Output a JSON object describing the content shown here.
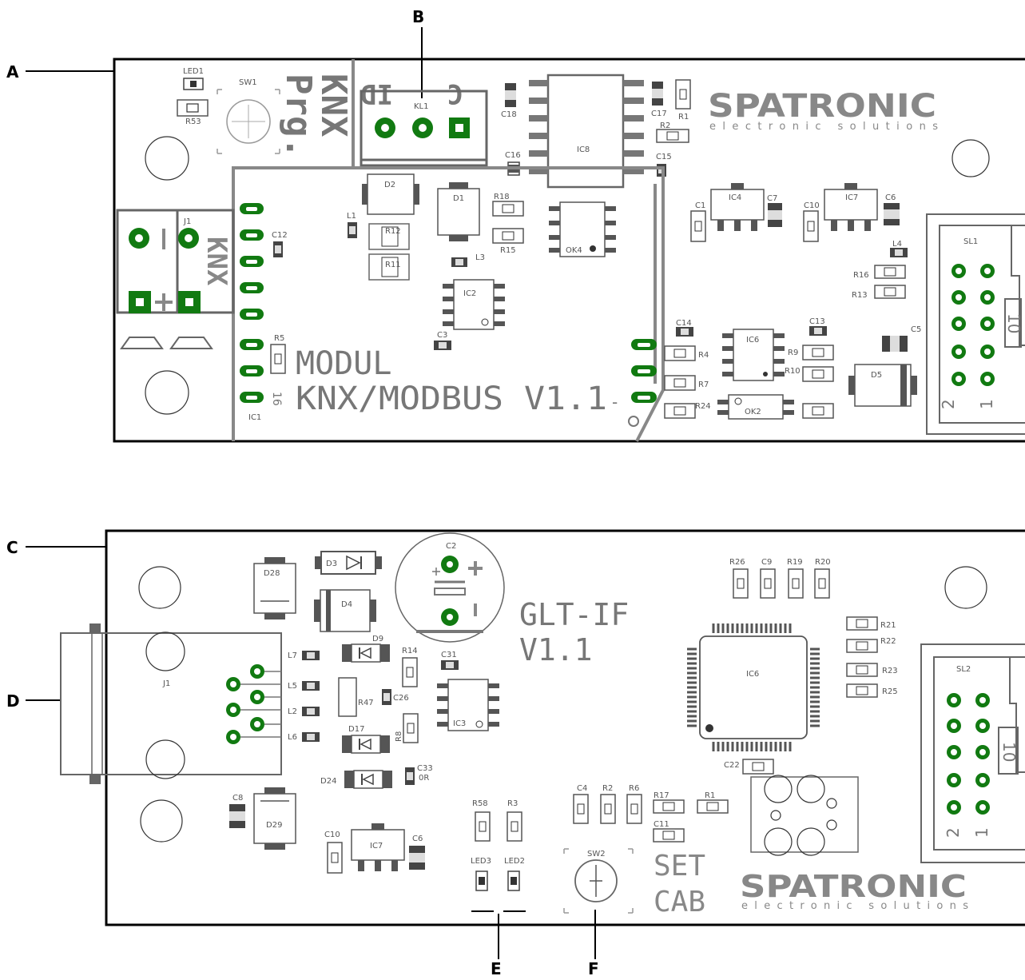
{
  "callouts": {
    "a": "A",
    "b": "B",
    "c": "C",
    "d": "D",
    "e": "E",
    "f": "F"
  },
  "board1": {
    "brand": "SPATRONIC",
    "tagline": "electronic solutions",
    "module_line1": "MODUL",
    "module_line2": "KNX/MODBUS V1.1",
    "prg": "Prg.",
    "knx_vertical": "KNX",
    "knx_terminal": "KNX",
    "id_label": "ID",
    "c_label": "C",
    "pin16": "16",
    "labels": {
      "led1": "LED1",
      "sw1": "SW1",
      "r53": "R53",
      "kl1": "KL1",
      "c18": "C18",
      "ic8": "IC8",
      "c17": "C17",
      "r1": "R1",
      "r2": "R2",
      "c16": "C16",
      "c15": "C15",
      "j1": "J1",
      "d2": "D2",
      "d1": "D1",
      "l1": "L1",
      "r12": "R12",
      "r11": "R11",
      "c12": "C12",
      "r18": "R18",
      "r15": "R15",
      "ok4": "OK4",
      "l3": "L3",
      "ic2": "IC2",
      "c3": "C3",
      "r5": "R5",
      "ic1": "IC1",
      "c1": "C1",
      "ic4": "IC4",
      "c7": "C7",
      "c10": "C10",
      "ic7": "IC7",
      "c6": "C6",
      "l4": "L4",
      "r16": "R16",
      "r13": "R13",
      "sl1": "SL1",
      "c14": "C14",
      "c13": "C13",
      "r4": "R4",
      "r7": "R7",
      "r24": "R24",
      "ic6": "IC6",
      "r9": "R9",
      "r10": "R10",
      "c5": "C5",
      "d5": "D5",
      "ok2": "OK2",
      "pin2": "2",
      "pin1": "1",
      "pin10": "10",
      "minus": "-"
    }
  },
  "board2": {
    "brand": "SPATRONIC",
    "tagline": "electronic solutions",
    "title_line1": "GLT-IF",
    "title_line2": "V1.1",
    "set": "SET",
    "cab": "CAB",
    "labels": {
      "d28": "D28",
      "d3": "D3",
      "d4": "D4",
      "c2": "C2",
      "r26": "R26",
      "c9": "C9",
      "r19": "R19",
      "r20": "R20",
      "r21": "R21",
      "r22": "R22",
      "r23": "R23",
      "r25": "R25",
      "l7": "L7",
      "l5": "L5",
      "l2": "L2",
      "l6": "L6",
      "d9": "D9",
      "r14": "R14",
      "c31": "C31",
      "r47": "R47",
      "c26": "C26",
      "ic3": "IC3",
      "r8": "R8",
      "ic6": "IC6",
      "sl2": "SL2",
      "d17": "D17",
      "d24": "D24",
      "c33": "C33",
      "zero_r": "0R",
      "c22": "C22",
      "j1": "J1",
      "c8": "C8",
      "d29": "D29",
      "c10": "C10",
      "ic7": "IC7",
      "c6": "C6",
      "r58": "R58",
      "r3": "R3",
      "c4": "C4",
      "r2": "R2",
      "r6": "R6",
      "r17": "R17",
      "r1": "R1",
      "c11": "C11",
      "led3": "LED3",
      "led2": "LED2",
      "sw2": "SW2",
      "pin2": "2",
      "pin1": "1",
      "pin10": "10"
    }
  }
}
